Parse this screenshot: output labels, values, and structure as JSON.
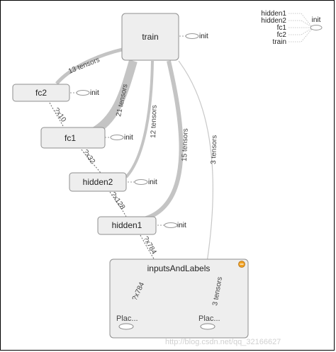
{
  "nodes": {
    "train": "train",
    "fc2": "fc2",
    "fc1": "fc1",
    "hidden2": "hidden2",
    "hidden1": "hidden1",
    "inputs_and_labels": "inputsAndLabels",
    "placeholder_1": "Plac...",
    "placeholder_2": "Plac..."
  },
  "init_label": "init",
  "edge_labels": {
    "train_fc2": "13 tensors",
    "train_fc1": "21 tensors",
    "train_hidden2": "12 tensors",
    "train_hidden1": "15 tensors",
    "train_inputs": "3 tensors",
    "fc2_fc1": "?x10",
    "fc1_hidden2": "?x32",
    "hidden2_hidden1": "?x128",
    "hidden1_inputs": "?x784",
    "inputs_inner_1": "?x784",
    "inputs_inner_2": "3 tensors"
  },
  "legend": {
    "items": [
      "hidden1",
      "hidden2",
      "fc1",
      "fc2",
      "train"
    ],
    "target": "init"
  },
  "watermark": "http://blog.csdn.net/qq_32166627",
  "colors": {
    "node_fill": "#eeeeee",
    "node_stroke": "#8f8f8f",
    "edge": "#bdbdbd",
    "badge": "#f0a020"
  }
}
